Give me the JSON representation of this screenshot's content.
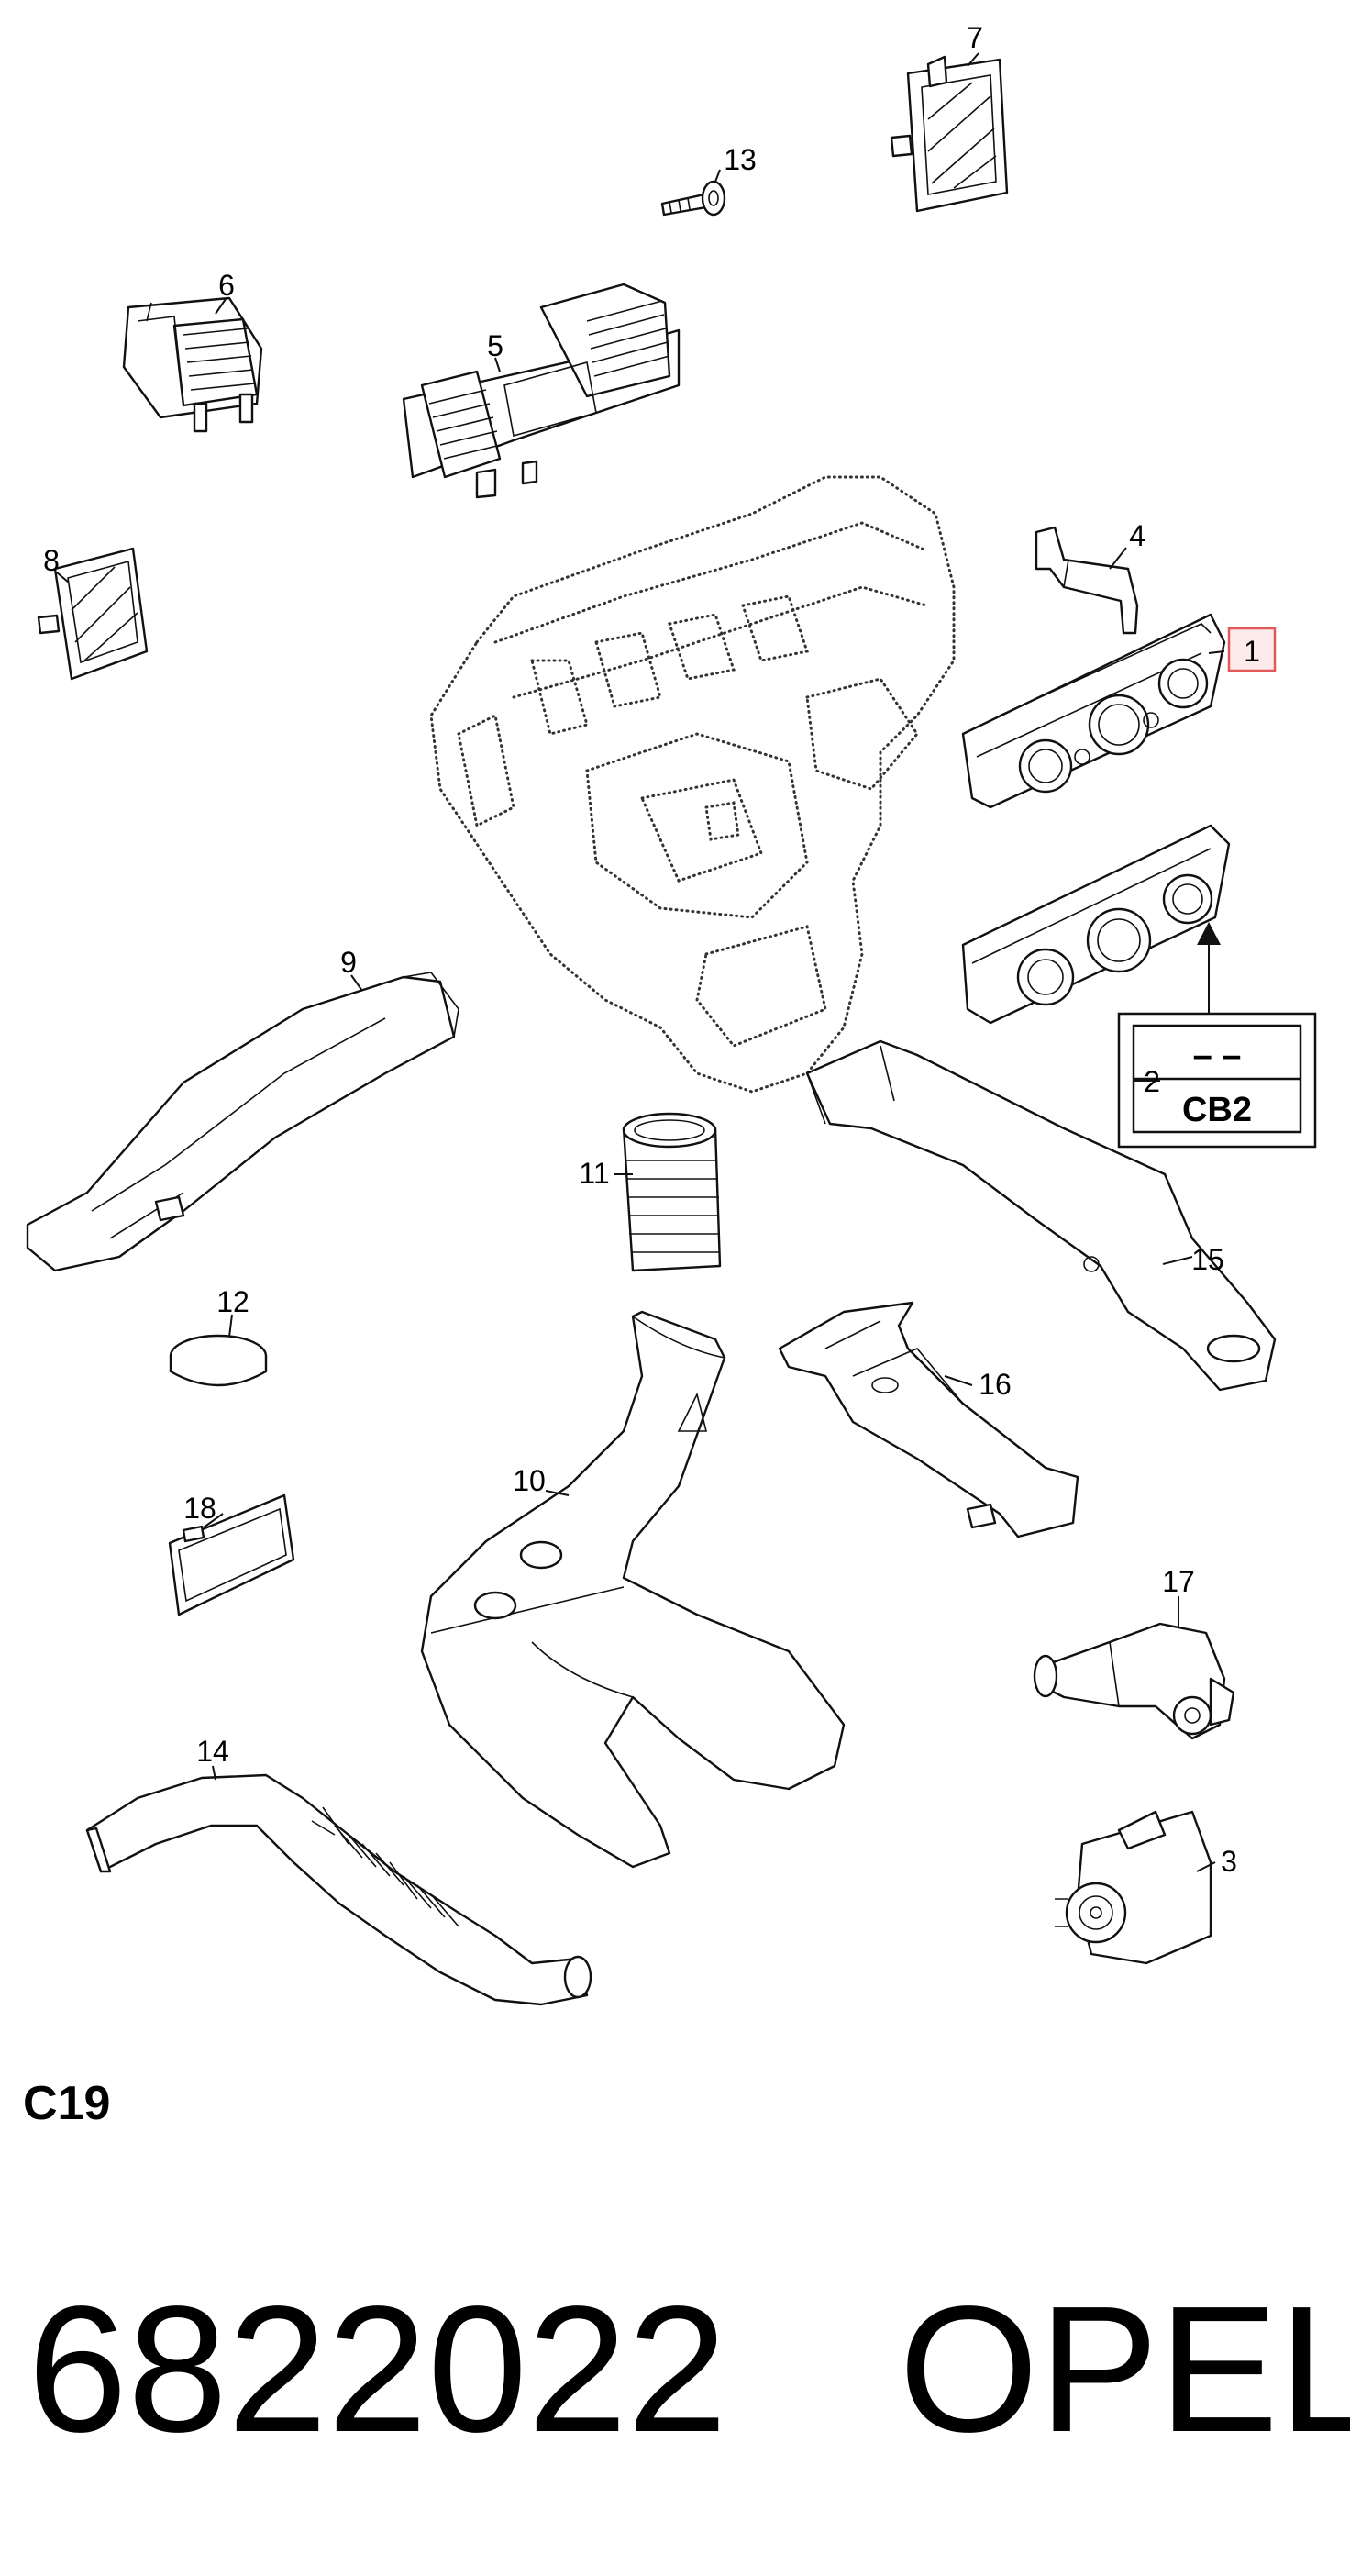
{
  "callouts": {
    "n1": "1",
    "n2": "2",
    "n3": "3",
    "n4": "4",
    "n5": "5",
    "n6": "6",
    "n7": "7",
    "n8": "8",
    "n9": "9",
    "n10": "10",
    "n11": "11",
    "n12": "12",
    "n13": "13",
    "n14": "14",
    "n15": "15",
    "n16": "16",
    "n17": "17",
    "n18": "18"
  },
  "variant_box": {
    "dash": "– –",
    "code": "CB2"
  },
  "section_code": "C19",
  "part_number": "6822022",
  "brand": "OPEL",
  "colors": {
    "line": "#111111",
    "highlight_box": "#e05a5a",
    "highlight_fill": "#fdeaea"
  }
}
